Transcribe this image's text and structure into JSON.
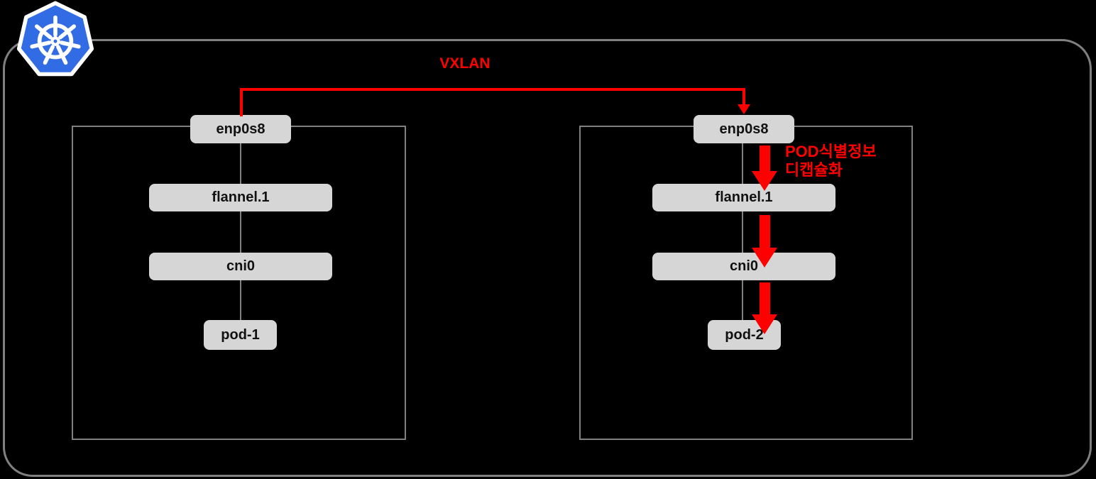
{
  "labels": {
    "vxlan": "VXLAN",
    "decap_line1": "POD식별정보",
    "decap_line2": "디캡슐화"
  },
  "nodes": [
    {
      "name": "node-left",
      "boxes": [
        {
          "label": "enp0s8"
        },
        {
          "label": "flannel.1"
        },
        {
          "label": "cni0"
        },
        {
          "label": "pod-1"
        }
      ]
    },
    {
      "name": "node-right",
      "boxes": [
        {
          "label": "enp0s8"
        },
        {
          "label": "flannel.1"
        },
        {
          "label": "cni0"
        },
        {
          "label": "pod-2"
        }
      ]
    }
  ],
  "icons": {
    "kubernetes_logo": "kubernetes-logo"
  },
  "colors": {
    "background": "#000000",
    "accent_red": "#ff0000",
    "box_fill": "#d6d6d6",
    "line_gray": "#808080",
    "kubernetes_blue": "#326ce5"
  }
}
